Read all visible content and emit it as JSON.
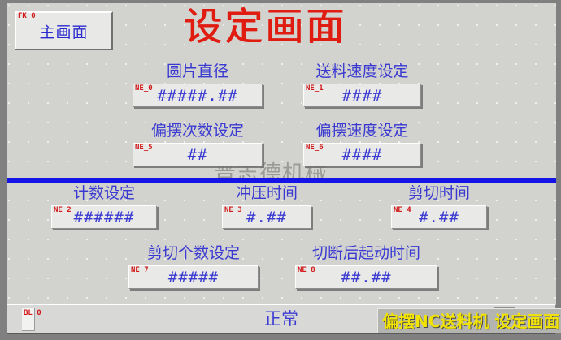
{
  "header": {
    "nav_button": {
      "tag": "FK_0",
      "label": "主画面"
    },
    "title": "设定画面"
  },
  "watermark": "晋志德机械",
  "fields": [
    {
      "tag": "NE_0",
      "label": "圆片直径",
      "value": "#####.##"
    },
    {
      "tag": "NE_1",
      "label": "送料速度设定",
      "value": "####"
    },
    {
      "tag": "NE_5",
      "label": "偏摆次数设定",
      "value": "##"
    },
    {
      "tag": "NE_6",
      "label": "偏摆速度设定",
      "value": "####"
    },
    {
      "tag": "NE_2",
      "label": "计数设定",
      "value": "######"
    },
    {
      "tag": "NE_3",
      "label": "冲压时间",
      "value": "#.##"
    },
    {
      "tag": "NE_4",
      "label": "剪切时间",
      "value": "#.##"
    },
    {
      "tag": "NE_7",
      "label": "剪切个数设定",
      "value": "#####"
    },
    {
      "tag": "NE_8",
      "label": "切断后起动时间",
      "value": "##.##"
    }
  ],
  "status_bar": {
    "tag": "BL_0",
    "text": "正常"
  },
  "footer": {
    "text": "偏摆NC送料机 设定画面"
  },
  "colors": {
    "background": "#d2d2ce",
    "title_red": "#e01b10",
    "label_blue": "#3a3ad2",
    "divider_blue": "#1414e6",
    "tag_red": "#d01818",
    "footer_yellow": "#f2e400"
  }
}
